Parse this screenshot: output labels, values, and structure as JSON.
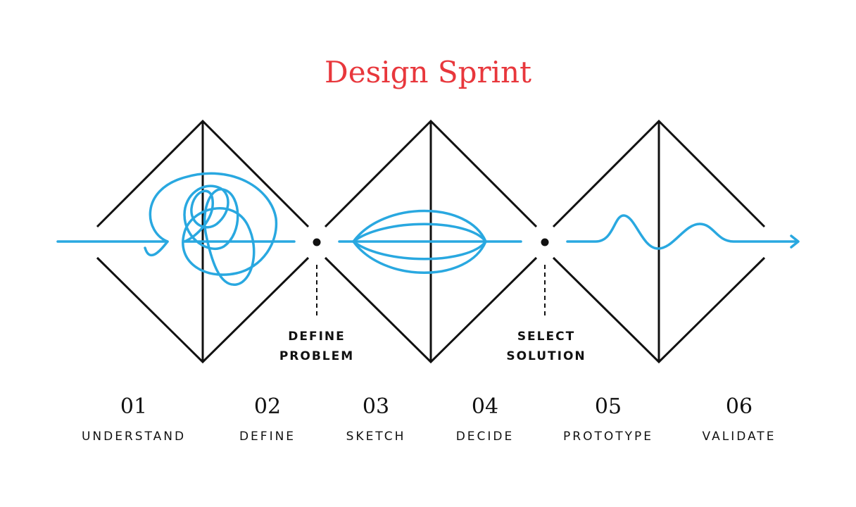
{
  "title": "Design Sprint",
  "colors": {
    "title": "#e8373c",
    "line": "#111111",
    "path": "#29a8e0"
  },
  "milestones": [
    {
      "line1": "DEFINE",
      "line2": "PROBLEM"
    },
    {
      "line1": "SELECT",
      "line2": "SOLUTION"
    }
  ],
  "phases": [
    {
      "number": "01",
      "label": "UNDERSTAND"
    },
    {
      "number": "02",
      "label": "DEFINE"
    },
    {
      "number": "03",
      "label": "SKETCH"
    },
    {
      "number": "04",
      "label": "DECIDE"
    },
    {
      "number": "05",
      "label": "PROTOTYPE"
    },
    {
      "number": "06",
      "label": "VALIDATE"
    }
  ]
}
